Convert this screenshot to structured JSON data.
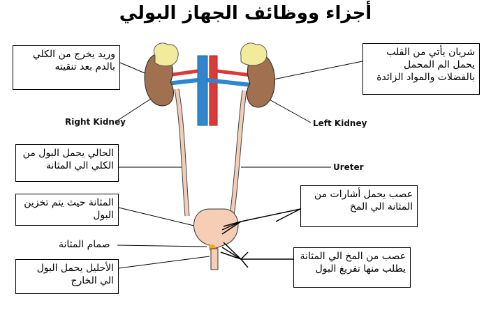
{
  "title": "أجزاء ووظائف الجهاز البولي",
  "boxes": {
    "vein": "وريد يخرج من الكلي بالدم بعد تنقيته",
    "artery": "شريان يأتي من القلب يحمل الم المحمل بالفضلات والمواد الزائدة",
    "ureter": "الحالي يحمل البول من الكلي الي المثانة",
    "bladder": "المثانة حيث يتم تخزين البول",
    "urethra": "الأحليل يحمل البول الي الخارج",
    "nerve_to_brain": "عصب يحمل أشارات من المثانة الي المخ",
    "nerve_from_brain": "عصب من المخ الي المثانة يطلب منها تفريغ البول"
  },
  "labels": {
    "right_kidney": "Right Kidney",
    "left_kidney": "Left Kidney",
    "ureter_en": "Ureter",
    "sphincter": "صمام المثانة"
  },
  "colors": {
    "kidney": "#a0704f",
    "adrenal": "#f2eb9c",
    "artery": "#d93b3b",
    "vein": "#2f86cf",
    "ureter": "#f3cdb8",
    "bladder": "#f6cdb5",
    "sphincter": "#f5a623"
  }
}
